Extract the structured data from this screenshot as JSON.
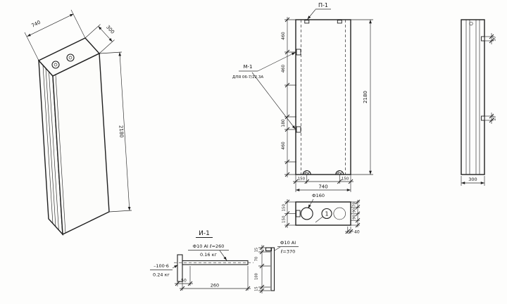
{
  "iso": {
    "dim_width": "740",
    "dim_depth": "300",
    "dim_height": "2180"
  },
  "front": {
    "title": "П-1",
    "dim_460a": "460",
    "dim_460b": "460",
    "dim_180": "180",
    "dim_460c": "460",
    "dim_height": "2180",
    "dim_150l": "150",
    "dim_width": "740",
    "dim_150r": "150",
    "embed_label": "М-1",
    "embed_note": "ДЛЯ 06-7/22.3А"
  },
  "side": {
    "dim_width": "300",
    "dim_50": "50",
    "dim_20": "20"
  },
  "section": {
    "hole_label": "Ф160",
    "balloon": "1",
    "dim_150a": "150",
    "dim_150b": "150",
    "dim_70": "70",
    "dim_90a": "90",
    "dim_90b": "90",
    "dim_40": "40"
  },
  "detail": {
    "title": "И-1",
    "rod_label": "Ф10 АI ℓ=260",
    "rod_weight": "0.16 кг",
    "plate_label": "–100·6",
    "plate_weight": "0.24 кг",
    "dim_50": "50",
    "dim_260": "260",
    "dim_15a": "15",
    "dim_70": "70",
    "dim_100": "100",
    "dim_15b": "15",
    "rod2_label": "Ф10 АI",
    "rod2_len": "ℓ=370"
  }
}
